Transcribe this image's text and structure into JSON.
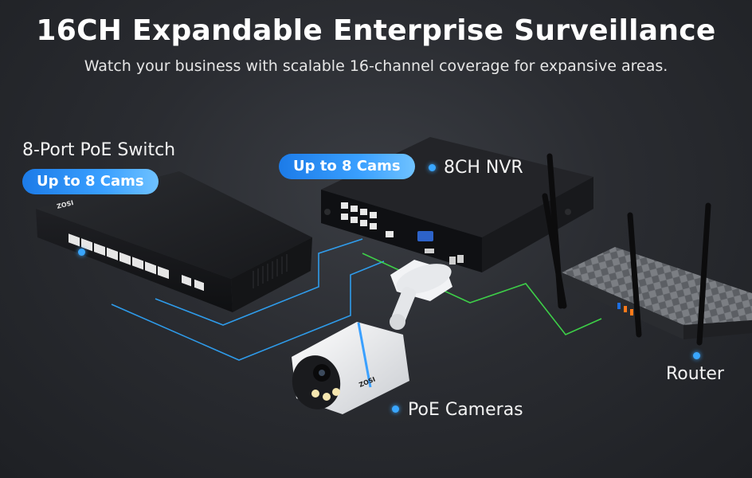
{
  "header": {
    "title": "16CH Expandable Enterprise Surveillance",
    "subtitle": "Watch your business with scalable 16-channel coverage for expansive areas."
  },
  "devices": {
    "switch": {
      "label": "8-Port PoE Switch",
      "badge": "Up to 8 Cams",
      "brand": "ZOSI"
    },
    "nvr": {
      "label": "8CH NVR",
      "badge": "Up to 8 Cams"
    },
    "camera": {
      "label": "PoE Cameras",
      "brand": "ZOSI"
    },
    "router": {
      "label": "Router"
    }
  },
  "colors": {
    "accent": "#39a6ff",
    "badge_gradient_start": "#1c7be8",
    "badge_gradient_end": "#6fc2ff",
    "cable_blue": "#2fa8ff",
    "cable_green": "#3fe04a"
  }
}
